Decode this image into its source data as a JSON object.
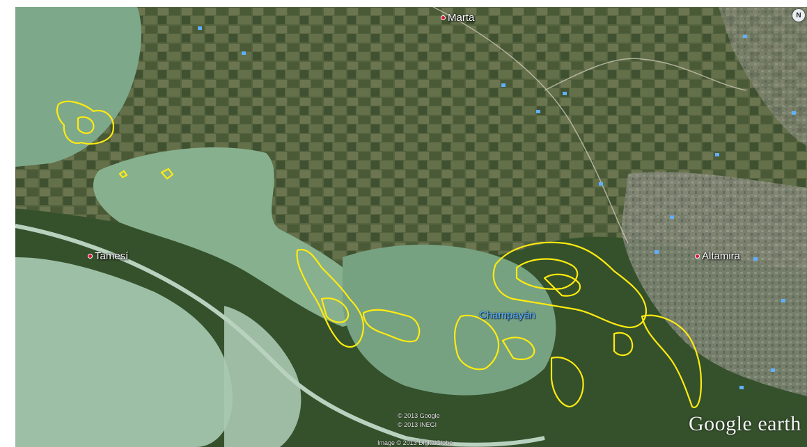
{
  "map": {
    "places": [
      {
        "label": "Marta",
        "style": "white"
      },
      {
        "label": "Tamesí",
        "style": "white"
      },
      {
        "label": "Altamira",
        "style": "white"
      },
      {
        "label": "Champayán",
        "style": "blue"
      }
    ],
    "north_badge": "N",
    "attribution": {
      "line1": "© 2013 Google",
      "line2": "© 2013 INEGI",
      "line3": "Image © 2013 DigitalGlobe"
    },
    "logo": "Google earth"
  },
  "colors": {
    "lagoon_water": "#7ea88a",
    "river_water": "#a3c3ad",
    "wetland_green": "#2d4a26",
    "farmland": "#5b6a48",
    "urban": "#8e8f86",
    "outline_yellow": "#ffeb10",
    "poi_icon_blue": "#5fb0ff",
    "pin_red": "#d4143a"
  }
}
